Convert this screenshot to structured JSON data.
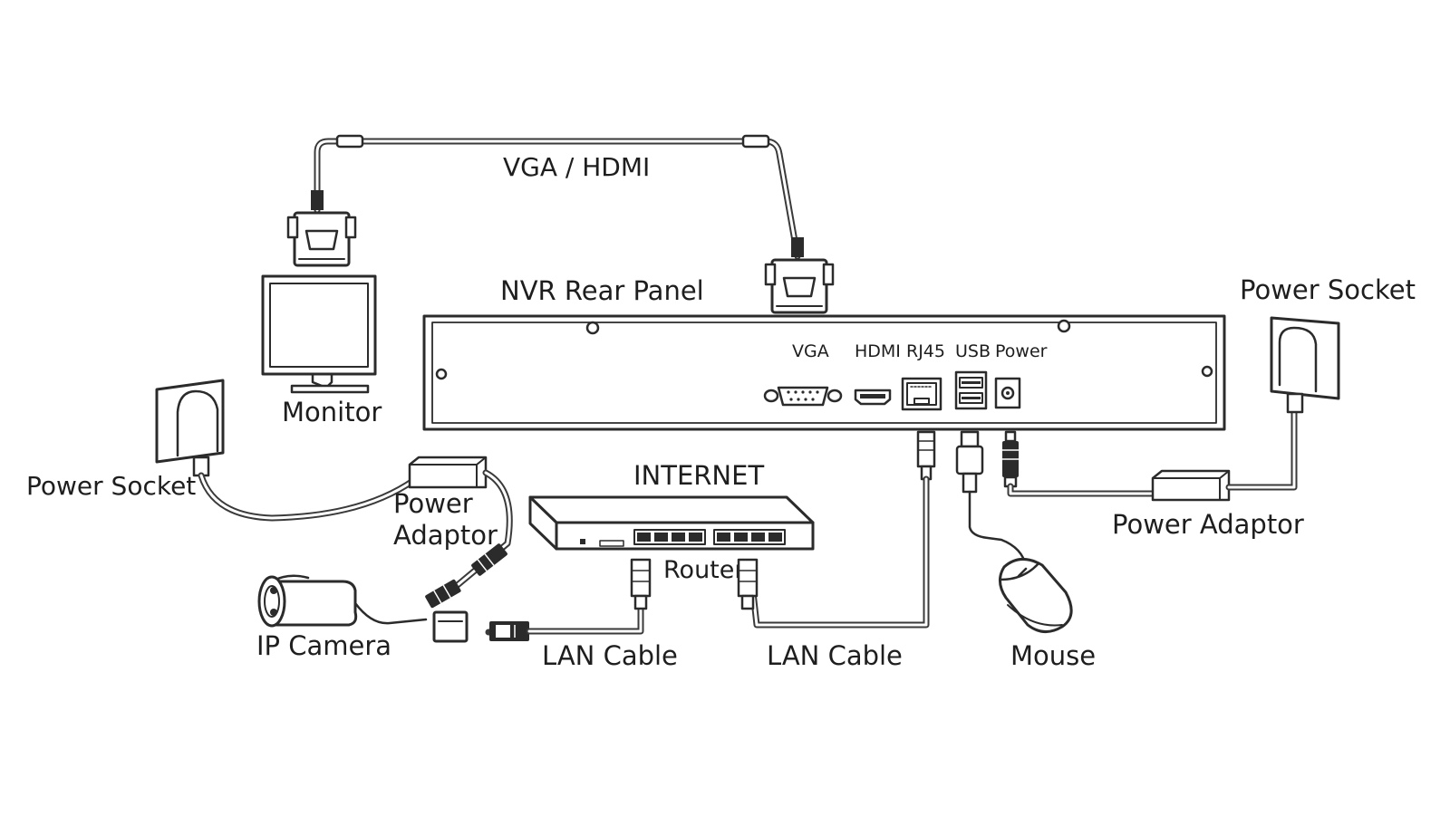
{
  "labels": {
    "vga_hdmi": "VGA / HDMI",
    "nvr_rear_panel": "NVR Rear Panel",
    "monitor": "Monitor",
    "power_socket_left": "Power Socket",
    "power_socket_right": "Power Socket",
    "power_adaptor_left_line1": "Power",
    "power_adaptor_left_line2": "Adaptor",
    "power_adaptor_right": "Power Adaptor",
    "internet": "INTERNET",
    "router": "Router",
    "ip_camera": "IP Camera",
    "lan_cable_left": "LAN Cable",
    "lan_cable_right": "LAN Cable",
    "mouse": "Mouse"
  },
  "ports": {
    "vga": "VGA",
    "hdmi": "HDMI",
    "rj45": "RJ45",
    "usb": "USB",
    "power": "Power"
  },
  "colors": {
    "ink": "#2b2b2b",
    "background": "#ffffff"
  }
}
